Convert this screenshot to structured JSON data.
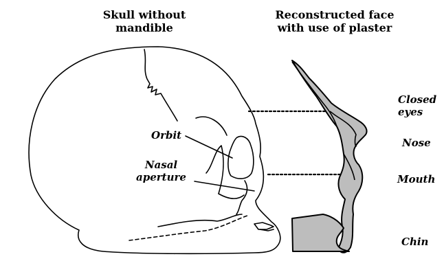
{
  "headings": {
    "left": "Skull without\nmandible",
    "right": "Reconstructed face\nwith use of plaster"
  },
  "skull_labels": {
    "orbit": "Orbit",
    "nasal_aperture": "Nasal\naperture"
  },
  "face_labels": {
    "closed_eyes": "Closed\neyes",
    "nose": "Nose",
    "mouth": "Mouth",
    "chin": "Chin"
  },
  "colors": {
    "plaster_fill": "#bdbdbd",
    "line": "#000000"
  }
}
